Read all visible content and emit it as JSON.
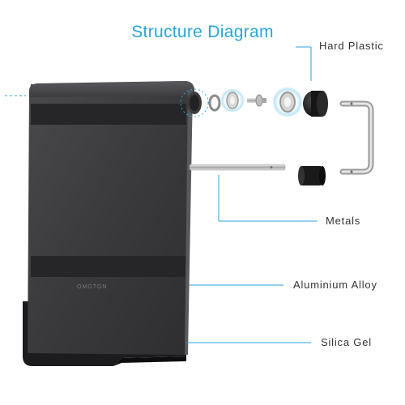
{
  "title": "Structure Diagram",
  "brand_mark": "OMOTON",
  "labels": {
    "hard_plastic": "Hard Plastic",
    "metals": "Metals",
    "aluminium_alloy": "Aluminium Alloy",
    "silica_gel": "Silica Gel"
  },
  "colors": {
    "title": "#26a6dc",
    "callout_line": "#2aa6dc",
    "aluminium_body": "#3a3a3c",
    "silica_base": "#1c1c1e",
    "hard_plastic": "#1a1a1a",
    "metal": "#c8c8c8"
  }
}
